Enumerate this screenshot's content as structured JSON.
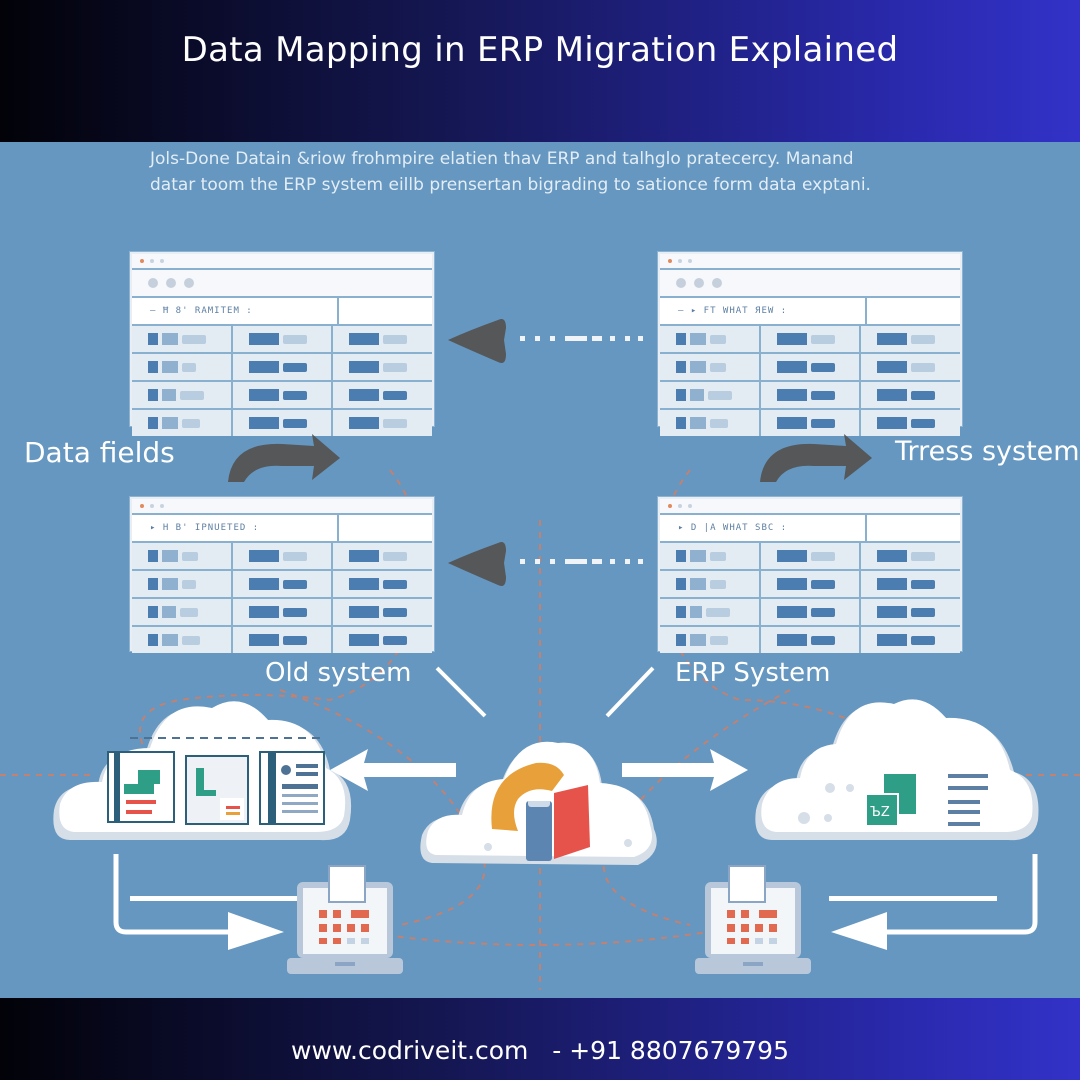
{
  "header": {
    "title": "Data Mapping in ERP Migration Explained"
  },
  "intro": {
    "line1": "Jols-Done Datain &riow frohmpire elatien thav ERP and talhglo pratecercy. Manand",
    "line2": "datar toom the ERP system eillb prensertan bigrading to sationce form data exptani."
  },
  "windows": [
    {
      "id": "top-left",
      "header_text": "— Ħ 8' RAMITEM :"
    },
    {
      "id": "top-right",
      "header_text": "— ▸ FT WHAT ЯEW :"
    },
    {
      "id": "bottom-left",
      "header_text": "▸ H B' IPNUETED :"
    },
    {
      "id": "bottom-right",
      "header_text": "▸ D |A WHAT SBC :"
    }
  ],
  "labels": {
    "data_fields": "Data fields",
    "tress_system": "Trress system",
    "old_system": "Old system",
    "erp_system": "ERP System"
  },
  "icons": {
    "left_cloud": "cloud-documents-icon",
    "center_cloud": "cloud-database-icon",
    "right_cloud": "cloud-spreadsheet-icon",
    "left_laptop": "laptop-grid-icon",
    "right_laptop": "laptop-grid-icon",
    "curved_arrow": "curved-arrow-icon",
    "left_arrow": "left-arrow-icon"
  },
  "colors": {
    "background": "#6597c0",
    "header_gradient_start": "#020208",
    "header_gradient_end": "#3232c8",
    "accent_orange": "#e8a03a",
    "accent_red": "#e5534b",
    "accent_teal": "#2e9e86",
    "dashed_line": "#e07a5a"
  },
  "footer": {
    "contact": "www.codriveit.com   - +91 8807679795"
  }
}
